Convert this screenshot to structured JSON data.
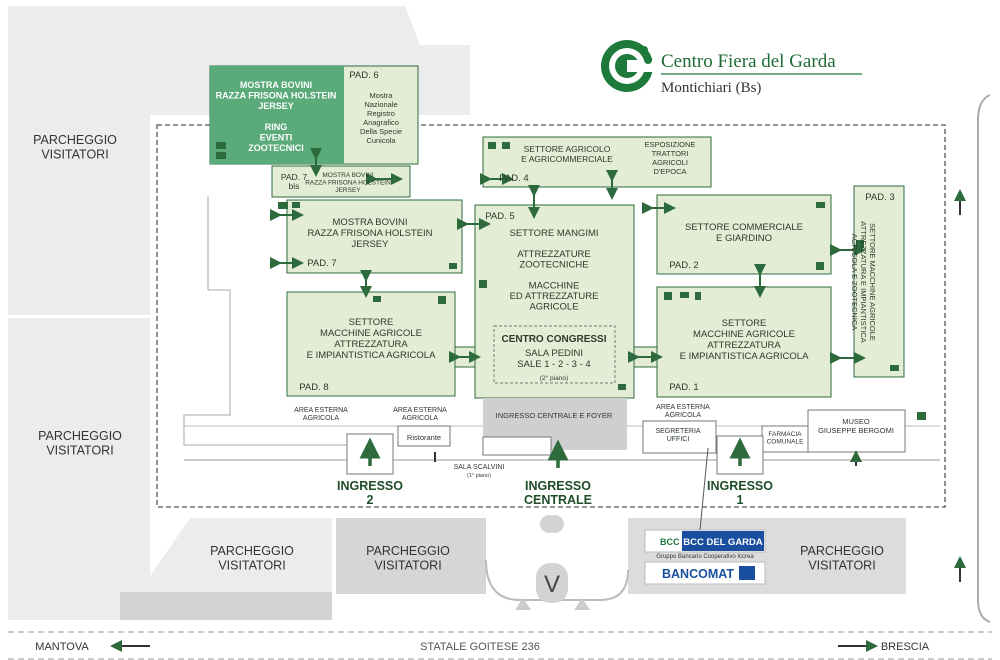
{
  "brand": {
    "name": "Centro Fiera del Garda",
    "location": "Montichiari (Bs)",
    "color": "#1e7a3a"
  },
  "colors": {
    "hall": "#e3ecd4",
    "hall_border": "#2e6b3c",
    "highlight": "#5aaa7a",
    "parking": "#ececec",
    "parking_dark": "#d3d3d3",
    "arrow": "#2e6b3c"
  },
  "parking": {
    "p_nw": "PARCHEGGIO\nVISITATORI",
    "p_w": "PARCHEGGIO\nVISITATORI",
    "p_sw": "PARCHEGGIO\nVISITATORI",
    "p_s": "PARCHEGGIO\nVISITATORI",
    "p_se": "PARCHEGGIO\nVISITATORI"
  },
  "halls": {
    "pad6": {
      "pad": "PAD. 6",
      "left": "MOSTRA BOVINI\nRAZZA FRISONA HOLSTEIN\nJERSEY\n \nRING\nEVENTI\nZOOTECNICI",
      "right": "Mostra\nNazionale\nRegistro\nAnagrafico\nDella Specie\nCunicola"
    },
    "pad7bis": {
      "pad": "PAD. 7\nbis",
      "text": "MOSTRA BOVINI\nRAZZA FRISONA HOLSTEIN\nJERSEY"
    },
    "pad4": {
      "pad": "PAD. 4",
      "left": "SETTORE AGRICOLO\nE AGRICOMMERCIALE",
      "right": "ESPOSIZIONE\nTRATTORI\nAGRICOLI\nD'EPOCA"
    },
    "pad7": {
      "pad": "PAD. 7",
      "text": "MOSTRA BOVINI\nRAZZA FRISONA HOLSTEIN\nJERSEY"
    },
    "pad5": {
      "pad": "PAD. 5",
      "text": "SETTORE MANGIMI\n \nATTREZZATURE\nZOOTECNICHE\n \nMACCHINE\nED ATTREZZATURE\nAGRICOLE"
    },
    "congress": {
      "title": "CENTRO CONGRESSI",
      "sub": "SALA PEDINI\nSALE  1 - 2 - 3 - 4",
      "floor": "(2° piano)"
    },
    "pad2": {
      "pad": "PAD. 2",
      "text": "SETTORE COMMERCIALE\nE GIARDINO"
    },
    "pad3": {
      "pad": "PAD. 3",
      "text": "SETTORE MACCHINE AGRICOLE\nATTREZZATURA E IMPIANTISTICA\nAGRICOLA E ZOOTECNICA"
    },
    "pad8": {
      "pad": "PAD. 8",
      "text": "SETTORE\nMACCHINE AGRICOLE\nATTREZZATURA\nE IMPIANTISTICA AGRICOLA"
    },
    "pad1": {
      "pad": "PAD. 1",
      "text": "SETTORE\nMACCHINE AGRICOLE\nATTREZZATURA\nE IMPIANTISTICA AGRICOLA"
    }
  },
  "areas": {
    "area_left": "AREA ESTERNA\nAGRICOLA",
    "area_mid": "AREA ESTERNA\nAGRICOLA",
    "area_right": "AREA ESTERNA\nAGRICOLA",
    "ristorante": "Ristorante",
    "foyer": "INGRESSO CENTRALE E FOYER",
    "scalvini": "SALA SCALVINI",
    "scalvini_floor": "(1° piano)",
    "segreteria": "SEGRETERIA\nUFFICI",
    "farmacia": "FARMACIA\nCOMUNALE",
    "museo": "MUSEO\nGIUSEPPE BERGOMI"
  },
  "entrances": {
    "e2": "INGRESSO\n2",
    "ec": "INGRESSO\nCENTRALE",
    "e1": "INGRESSO\n1"
  },
  "bank": {
    "bcc": "BCC",
    "bcc_name": "BCC DEL GARDA",
    "group": "Gruppo Bancario Cooperativo Iccrea",
    "bancomat": "BANCOMAT"
  },
  "road": {
    "west": "MANTOVA",
    "name": "STATALE GOITESE 236",
    "east": "BRESCIA"
  }
}
